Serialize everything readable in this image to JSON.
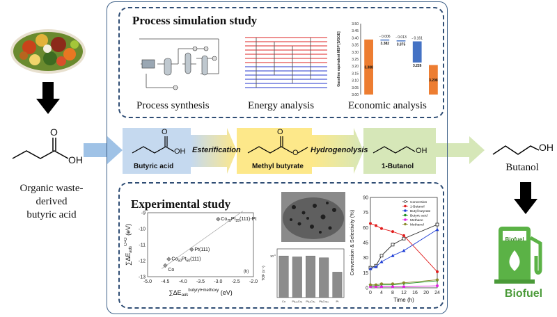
{
  "left": {
    "waste_caption_lines": [
      "Organic waste-",
      "derived",
      "butyric acid"
    ],
    "molecule_atom_O": "O",
    "molecule_atom_OH": "OH"
  },
  "right": {
    "product_label": "Butanol",
    "product_atom_OH": "OH",
    "biofuel_label": "Biofuel",
    "biofuel_sign_label": "Biofuel"
  },
  "process_section": {
    "title": "Process simulation study",
    "captions": [
      "Process  synthesis",
      "Energy analysis",
      "Economic analysis"
    ],
    "waterfall": {
      "ylabel": "Gasoline equivalent MSP [$/GGE]",
      "yticks": [
        "3.50",
        "3.45",
        "3.40",
        "3.35",
        "3.30",
        "3.25",
        "3.20",
        "3.15",
        "3.10",
        "3.05",
        "3.00"
      ],
      "bars": [
        {
          "value": 3.388,
          "label": "3.388",
          "top_label": ""
        },
        {
          "value": 3.382,
          "label": "3.382",
          "top_label": "- 0.006"
        },
        {
          "value": 3.375,
          "label": "3.375",
          "top_label": "- 0.013"
        },
        {
          "value": 3.226,
          "label": "3.226",
          "top_label": "- 0.161"
        },
        {
          "value": 3.208,
          "label": "3.208",
          "top_label": ""
        }
      ],
      "colors": {
        "total": "#ED7D31",
        "step": "#4472C4"
      }
    }
  },
  "pathway": {
    "stages": [
      {
        "label": "Butyric acid",
        "color": "#c5d9ef"
      },
      {
        "label": "Methyl butyrate",
        "color": "#fde88a"
      },
      {
        "label": "1-Butanol",
        "color": "#d6e7b8"
      }
    ],
    "reactions": [
      "Esterification",
      "Hydrogenolysis"
    ],
    "atom_O": "O",
    "atom_OH": "OH"
  },
  "experimental_section": {
    "title": "Experimental study",
    "scatter": {
      "ylabel_main": "∑ΔE",
      "ylabel_sub": "ads",
      "ylabel_sup": "C=O",
      "ylabel_unit": "(eV)",
      "xlabel_main": "∑ΔE",
      "xlabel_sub": "ads",
      "xlabel_sup": "butyryl+methoxy",
      "xlabel_unit": "(eV)",
      "panel_tag": "(b)",
      "xticks": [
        "-5.0",
        "-4.5",
        "-4.0",
        "-3.5",
        "-3.0",
        "-2.5",
        "-2.0"
      ],
      "yticks": [
        "-9",
        "-10",
        "-11",
        "-12",
        "-13"
      ],
      "points": [
        {
          "label": "Co",
          "x": -4.5,
          "y": -12.3
        },
        {
          "label": "Co",
          "label_sub": "50",
          "label_mid": "Pt",
          "label_sub2": "50",
          "label_end": "(111)",
          "x": -4.4,
          "y": -11.9
        },
        {
          "label": "Pt(111)",
          "x": -3.75,
          "y": -11.3
        },
        {
          "label": "Co",
          "label_sub": "75",
          "label_mid": "Pt",
          "label_sub2": "25",
          "label_end": "(111)-Pt",
          "x": -3.0,
          "y": -9.4
        }
      ],
      "fit_line": {
        "x": [
          -4.6,
          -2.3
        ],
        "y": [
          -12.5,
          -8.9
        ]
      }
    },
    "tof_bars": {
      "ylabel": "TOF (s⁻¹)",
      "ytick": "10",
      "ytick_sup": "-1",
      "categories": [
        "Co",
        "Pt₁₀₀Co₁",
        "Pt₁₀Co₁",
        "Pt₁Co₃₀",
        "Pt"
      ],
      "values": [
        0.9,
        0.88,
        0.9,
        0.86,
        0.55
      ]
    },
    "selectivity": {
      "ylabel": "Conversion & Selectivity (%)",
      "xlabel": "Time (h)",
      "xticks": [
        "0",
        "4",
        "8",
        "12",
        "16",
        "20",
        "24"
      ],
      "yticks": [
        "0",
        "15",
        "30",
        "45",
        "60",
        "75",
        "90"
      ],
      "legend": [
        "Conversion",
        "1-Butanol",
        "Butyl butyrate",
        "Butyric acid",
        "Methane",
        "Methanol"
      ],
      "colors": [
        "#222222",
        "#e11d1d",
        "#1f3fd6",
        "#1b8f1b",
        "#e020e0",
        "#8a8a2a"
      ],
      "x": [
        0,
        2,
        4,
        8,
        12,
        24
      ],
      "series": [
        {
          "name": "Conversion",
          "values": [
            20,
            22,
            32,
            43,
            49,
            63
          ]
        },
        {
          "name": "1-Butanol",
          "values": [
            64,
            62,
            59,
            56,
            52,
            16
          ]
        },
        {
          "name": "Butyl butyrate",
          "values": [
            19,
            21,
            26,
            32,
            37,
            58
          ]
        },
        {
          "name": "Butyric acid",
          "values": [
            2,
            2,
            3,
            3,
            4,
            7
          ]
        },
        {
          "name": "Methane",
          "values": [
            1,
            1,
            1,
            1,
            1,
            2
          ]
        },
        {
          "name": "Methanol",
          "values": [
            3,
            3,
            4,
            4,
            5,
            8
          ]
        }
      ]
    }
  }
}
